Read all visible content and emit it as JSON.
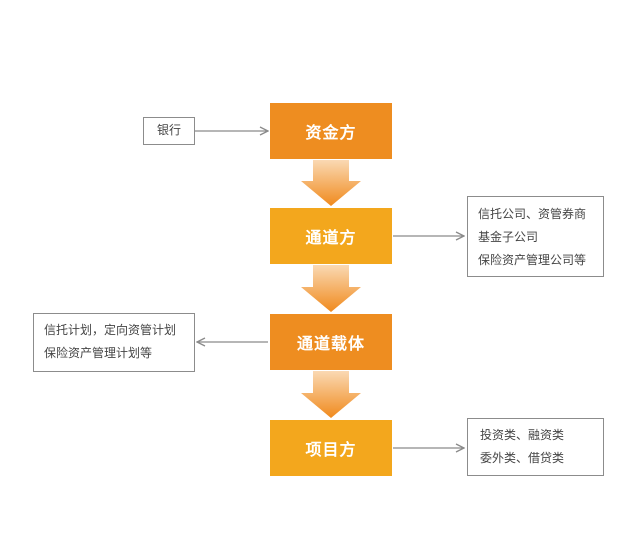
{
  "colors": {
    "box_dark": "#ee8d20",
    "box_light": "#f3a71d",
    "arrow_top": "#fad9b3",
    "arrow_bottom": "#f08a1d",
    "connector": "#8a8a8a",
    "side_border": "#8c8c8c"
  },
  "flow": [
    {
      "label": "资金方"
    },
    {
      "label": "通道方"
    },
    {
      "label": "通道载体"
    },
    {
      "label": "项目方"
    }
  ],
  "side_notes": {
    "bank": {
      "lines": [
        "银行"
      ]
    },
    "channel": {
      "lines": [
        "信托公司、资管券商",
        "基金子公司",
        "保险资产管理公司等"
      ]
    },
    "vehicle": {
      "lines": [
        "信托计划，定向资管计划",
        "保险资产管理计划等"
      ]
    },
    "project": {
      "lines": [
        "投资类、融资类",
        "委外类、借贷类"
      ]
    }
  }
}
